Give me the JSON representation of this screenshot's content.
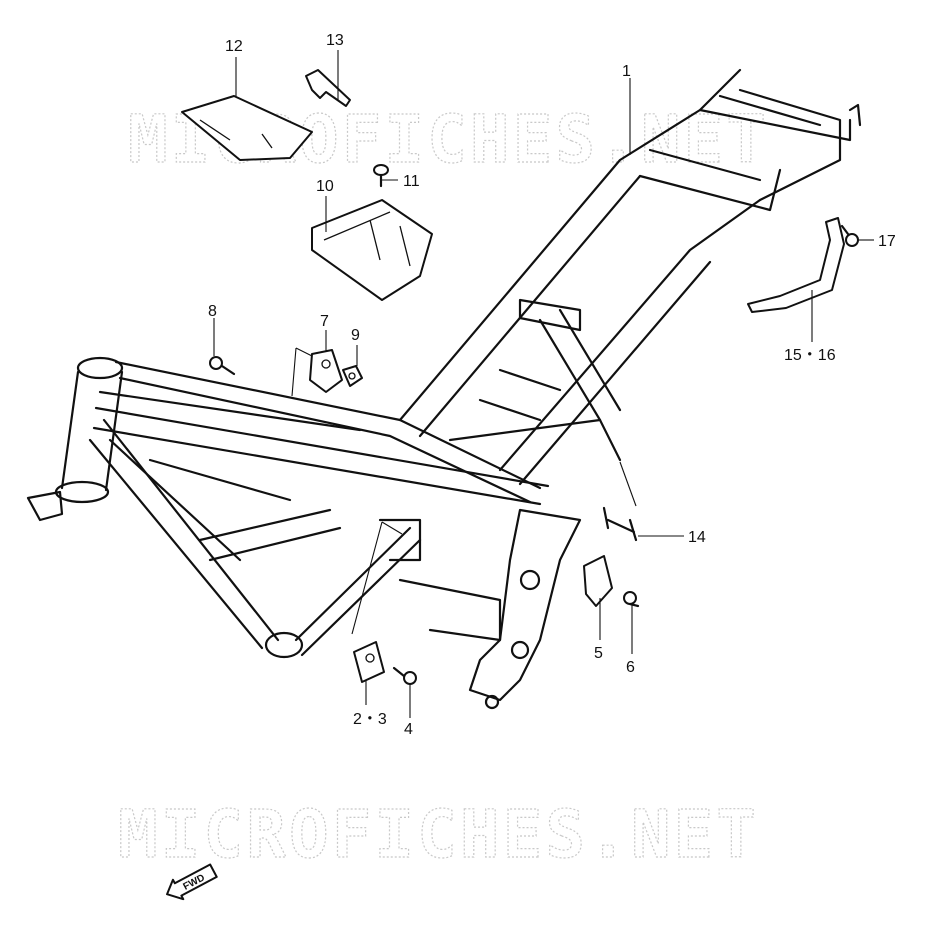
{
  "watermark": {
    "top": "MICROFICHES.NET",
    "bottom": "MICROFICHES.NET"
  },
  "direction_badge": {
    "label": "FWD"
  },
  "callouts": [
    {
      "id": "c1",
      "label": "1"
    },
    {
      "id": "c23",
      "label": "2・3"
    },
    {
      "id": "c4",
      "label": "4"
    },
    {
      "id": "c5",
      "label": "5"
    },
    {
      "id": "c6",
      "label": "6"
    },
    {
      "id": "c7",
      "label": "7"
    },
    {
      "id": "c8",
      "label": "8"
    },
    {
      "id": "c9",
      "label": "9"
    },
    {
      "id": "c10",
      "label": "10"
    },
    {
      "id": "c11",
      "label": "11"
    },
    {
      "id": "c12",
      "label": "12"
    },
    {
      "id": "c13",
      "label": "13"
    },
    {
      "id": "c14",
      "label": "14"
    },
    {
      "id": "c1516",
      "label": "15・16"
    },
    {
      "id": "c17",
      "label": "17"
    }
  ]
}
